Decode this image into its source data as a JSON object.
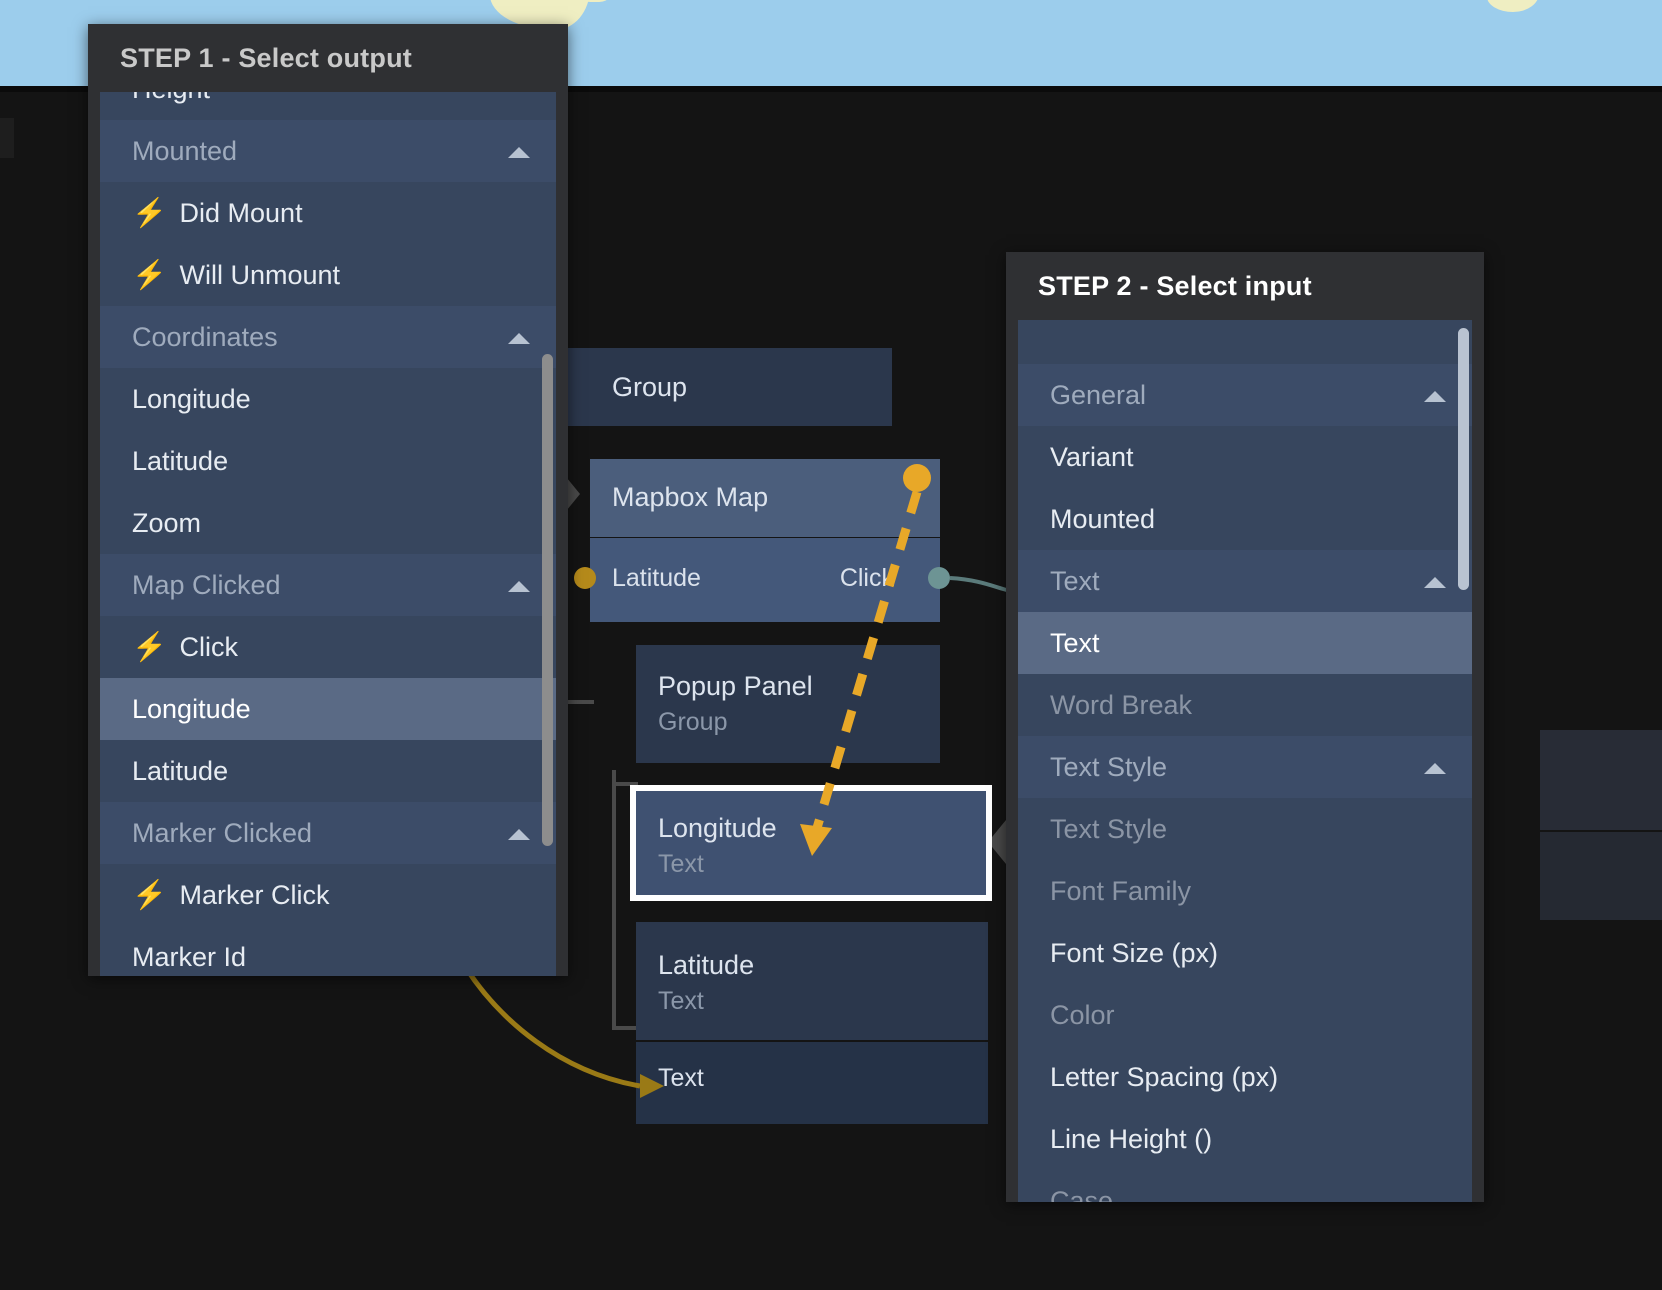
{
  "canvas": {
    "background_color": "#141414",
    "map_water_color": "#9ccdec",
    "map_land_color": "#efeec2"
  },
  "step1_panel": {
    "title": "STEP 1 - Select output",
    "scroll_visible": true,
    "items": [
      {
        "label": "Height",
        "kind": "child",
        "state": "clipped-top"
      },
      {
        "label": "Mounted",
        "kind": "group",
        "state": "expanded"
      },
      {
        "label": "Did Mount",
        "kind": "event",
        "state": "normal"
      },
      {
        "label": "Will Unmount",
        "kind": "event",
        "state": "normal"
      },
      {
        "label": "Coordinates",
        "kind": "group",
        "state": "expanded"
      },
      {
        "label": "Longitude",
        "kind": "child",
        "state": "normal"
      },
      {
        "label": "Latitude",
        "kind": "child",
        "state": "normal"
      },
      {
        "label": "Zoom",
        "kind": "child",
        "state": "normal"
      },
      {
        "label": "Map Clicked",
        "kind": "group",
        "state": "expanded"
      },
      {
        "label": "Click",
        "kind": "event",
        "state": "normal"
      },
      {
        "label": "Longitude",
        "kind": "child",
        "state": "selected"
      },
      {
        "label": "Latitude",
        "kind": "child",
        "state": "normal"
      },
      {
        "label": "Marker Clicked",
        "kind": "group",
        "state": "expanded"
      },
      {
        "label": "Marker Click",
        "kind": "event",
        "state": "normal"
      },
      {
        "label": "Marker Id",
        "kind": "child",
        "state": "clipped-bottom"
      }
    ]
  },
  "step2_panel": {
    "title": "STEP 2 - Select input",
    "scroll_visible": true,
    "items": [
      {
        "label": "General",
        "kind": "group",
        "state": "expanded"
      },
      {
        "label": "Variant",
        "kind": "child",
        "state": "normal"
      },
      {
        "label": "Mounted",
        "kind": "child",
        "state": "normal"
      },
      {
        "label": "Text",
        "kind": "group",
        "state": "expanded"
      },
      {
        "label": "Text",
        "kind": "child",
        "state": "selected"
      },
      {
        "label": "Word Break",
        "kind": "child",
        "state": "disabled"
      },
      {
        "label": "Text Style",
        "kind": "group",
        "state": "expanded"
      },
      {
        "label": "Text Style",
        "kind": "child",
        "state": "disabled"
      },
      {
        "label": "Font Family",
        "kind": "child",
        "state": "disabled"
      },
      {
        "label": "Font Size (px)",
        "kind": "child",
        "state": "normal"
      },
      {
        "label": "Color",
        "kind": "child",
        "state": "disabled"
      },
      {
        "label": "Letter Spacing (px)",
        "kind": "child",
        "state": "normal"
      },
      {
        "label": "Line Height ()",
        "kind": "child",
        "state": "normal"
      },
      {
        "label": "Case",
        "kind": "child",
        "state": "disabled"
      }
    ]
  },
  "graph": {
    "nodes": [
      {
        "id": "group-node",
        "title": "Group",
        "subtitle": ""
      },
      {
        "id": "mapbox-map",
        "title": "Mapbox Map",
        "subtitle": ""
      },
      {
        "id": "popup-panel",
        "title": "Popup Panel",
        "subtitle": "Group"
      },
      {
        "id": "longitude-node",
        "title": "Longitude",
        "subtitle": "Text"
      },
      {
        "id": "latitude-node",
        "title": "Latitude",
        "subtitle": "Text"
      }
    ],
    "mapbox_ports": [
      {
        "label": "Latitude",
        "side": "input",
        "color": "#b58a1b"
      },
      {
        "label": "Click",
        "side": "output",
        "color": "#6d9494"
      }
    ],
    "latitude_node_row_label": "Text",
    "connection": {
      "type": "dashed-arrow",
      "color": "#e8a828",
      "from": "Mapbox Map Click output",
      "to": "Longitude Text node"
    },
    "existing_link_color": "#9a7a16"
  }
}
